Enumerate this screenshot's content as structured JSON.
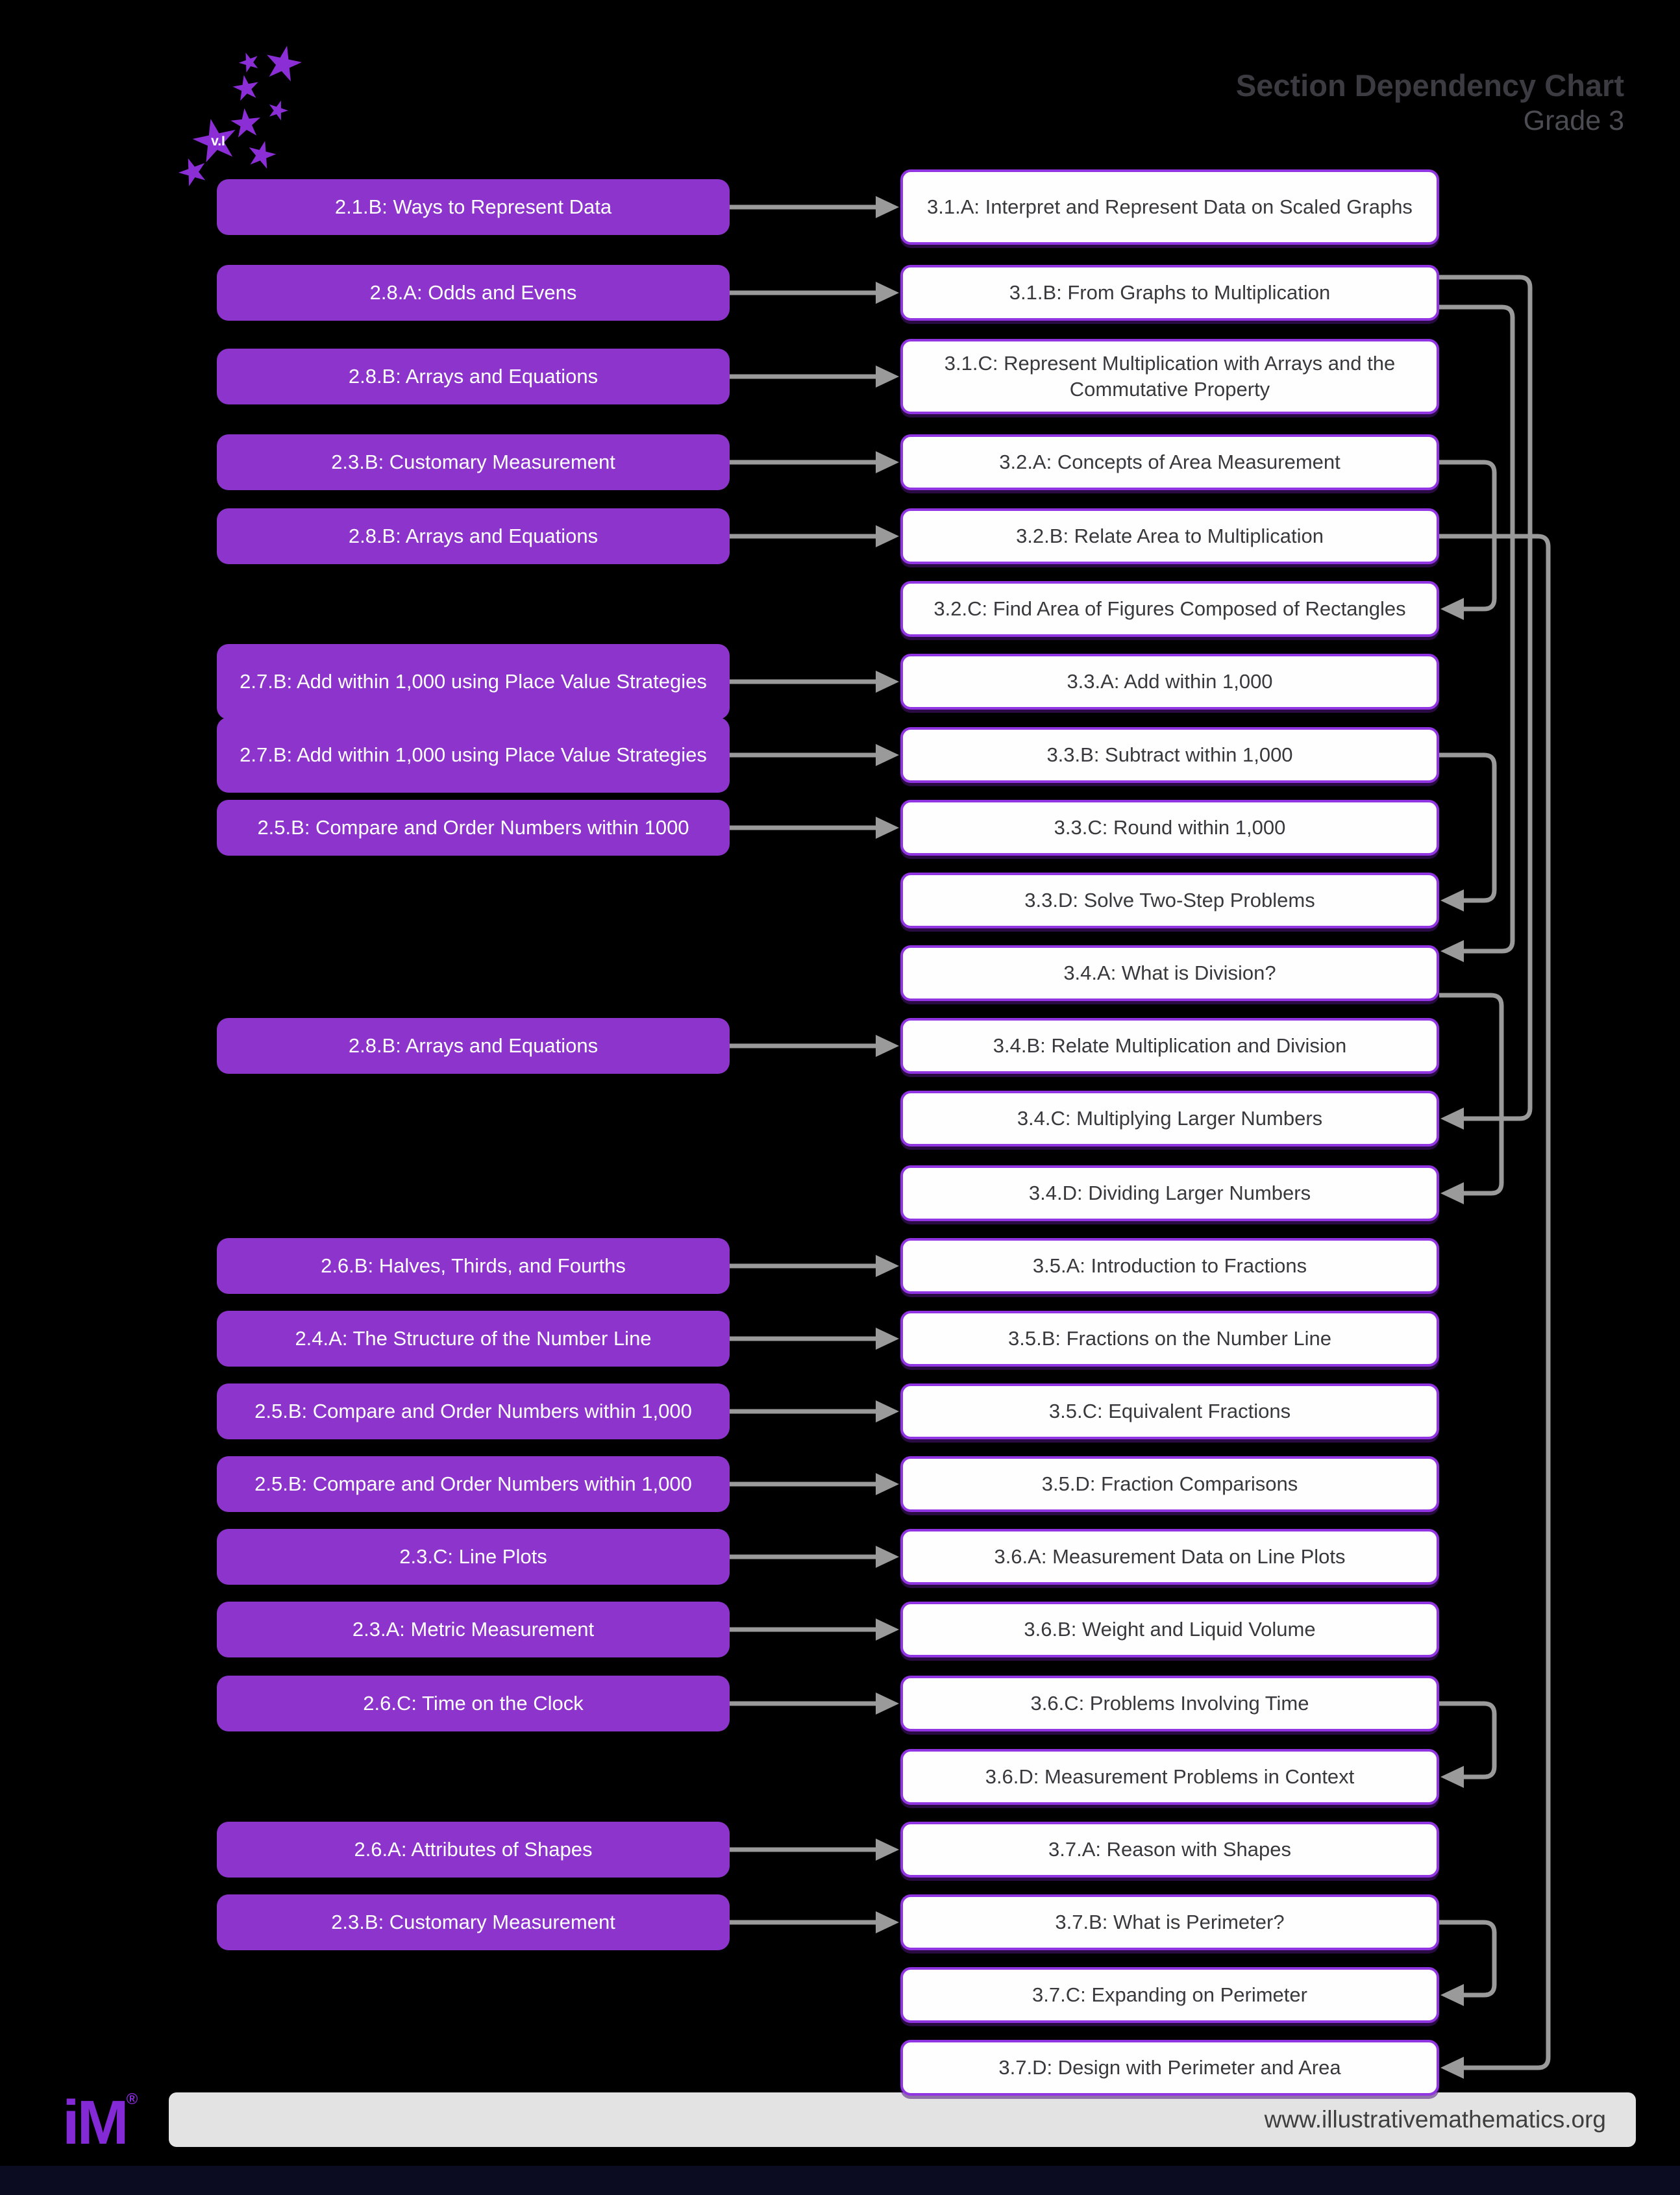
{
  "header": {
    "title": "Section Dependency Chart",
    "subtitle": "Grade 3"
  },
  "logo_mark": {
    "version_label": "v.I"
  },
  "footer": {
    "brand": "iM",
    "registered": "®",
    "url": "www.illustrativemathematics.org"
  },
  "colors": {
    "background": "#000000",
    "left_box_fill": "#8c34cb",
    "left_box_text": "#ffffff",
    "right_box_fill": "#fefeff",
    "right_box_border": "#9135e2",
    "right_box_text": "#39393d",
    "arrow": "#9a9a9a",
    "title_text": "#3b3b41",
    "footer_bar": "#e3e3e3",
    "brand_purple": "#8429d6"
  },
  "rows": [
    {
      "left": "2.1.B: Ways to Represent Data",
      "left_tall": false,
      "right": "3.1.A: Interpret and Represent Data on Scaled Graphs",
      "right_tall": true
    },
    {
      "left": "2.8.A: Odds and Evens",
      "left_tall": false,
      "right": "3.1.B: From Graphs to Multiplication",
      "right_tall": false
    },
    {
      "left": "2.8.B: Arrays and Equations",
      "left_tall": false,
      "right": "3.1.C: Represent Multiplication with Arrays and the Commutative Property",
      "right_tall": true
    },
    {
      "left": "2.3.B: Customary Measurement",
      "left_tall": false,
      "right": "3.2.A: Concepts of Area Measurement",
      "right_tall": false
    },
    {
      "left": "2.8.B: Arrays and Equations",
      "left_tall": false,
      "right": "3.2.B: Relate Area to Multiplication",
      "right_tall": false
    },
    {
      "left": null,
      "left_tall": false,
      "right": "3.2.C: Find Area of Figures Composed of Rectangles",
      "right_tall": false
    },
    {
      "left": "2.7.B: Add within 1,000 using Place Value Strategies",
      "left_tall": true,
      "right": "3.3.A: Add within 1,000",
      "right_tall": false
    },
    {
      "left": "2.7.B: Add within 1,000 using Place Value Strategies",
      "left_tall": true,
      "right": "3.3.B: Subtract within 1,000",
      "right_tall": false
    },
    {
      "left": "2.5.B: Compare and Order Numbers within 1000",
      "left_tall": false,
      "right": "3.3.C: Round within 1,000",
      "right_tall": false
    },
    {
      "left": null,
      "left_tall": false,
      "right": "3.3.D: Solve Two-Step Problems",
      "right_tall": false
    },
    {
      "left": null,
      "left_tall": false,
      "right": "3.4.A: What is Division?",
      "right_tall": false
    },
    {
      "left": "2.8.B: Arrays and Equations",
      "left_tall": false,
      "right": "3.4.B: Relate Multiplication and Division",
      "right_tall": false
    },
    {
      "left": null,
      "left_tall": false,
      "right": "3.4.C: Multiplying Larger Numbers",
      "right_tall": false
    },
    {
      "left": null,
      "left_tall": false,
      "right": "3.4.D: Dividing Larger Numbers",
      "right_tall": false
    },
    {
      "left": "2.6.B: Halves, Thirds, and Fourths",
      "left_tall": false,
      "right": "3.5.A: Introduction to Fractions",
      "right_tall": false
    },
    {
      "left": "2.4.A: The Structure of the Number Line",
      "left_tall": false,
      "right": "3.5.B: Fractions on the Number Line",
      "right_tall": false
    },
    {
      "left": "2.5.B: Compare and Order Numbers within 1,000",
      "left_tall": false,
      "right": "3.5.C: Equivalent Fractions",
      "right_tall": false
    },
    {
      "left": "2.5.B: Compare and Order Numbers within 1,000",
      "left_tall": false,
      "right": "3.5.D: Fraction Comparisons",
      "right_tall": false
    },
    {
      "left": "2.3.C: Line Plots",
      "left_tall": false,
      "right": "3.6.A: Measurement Data on Line Plots",
      "right_tall": false
    },
    {
      "left": "2.3.A: Metric Measurement",
      "left_tall": false,
      "right": "3.6.B: Weight and Liquid Volume",
      "right_tall": false
    },
    {
      "left": "2.6.C: Time on the Clock",
      "left_tall": false,
      "right": "3.6.C: Problems Involving Time",
      "right_tall": false
    },
    {
      "left": null,
      "left_tall": false,
      "right": "3.6.D: Measurement Problems in Context",
      "right_tall": false
    },
    {
      "left": "2.6.A: Attributes of Shapes",
      "left_tall": false,
      "right": "3.7.A: Reason with Shapes",
      "right_tall": false
    },
    {
      "left": "2.3.B: Customary Measurement",
      "left_tall": false,
      "right": "3.7.B: What is Perimeter?",
      "right_tall": false
    },
    {
      "left": null,
      "left_tall": false,
      "right": "3.7.C: Expanding on Perimeter",
      "right_tall": false
    },
    {
      "left": null,
      "left_tall": false,
      "right": "3.7.D: Design with Perimeter and Area",
      "right_tall": false
    }
  ],
  "right_connectors": [
    {
      "from": "3.2.A",
      "to": "3.2.C",
      "lane": 0,
      "from_dy": 0,
      "to_dy": 0
    },
    {
      "from": "3.3.B",
      "to": "3.3.D",
      "lane": 0,
      "from_dy": 0,
      "to_dy": 0
    },
    {
      "from": "3.1.B",
      "to": "3.4.A",
      "lane": 2,
      "from_dy": 22,
      "to_dy": -34
    },
    {
      "from": "3.1.B",
      "to": "3.4.C",
      "lane": 3,
      "from_dy": -24,
      "to_dy": 0
    },
    {
      "from": "3.4.A",
      "to": "3.4.D",
      "lane": 1,
      "from_dy": 34,
      "to_dy": 0
    },
    {
      "from": "3.6.C",
      "to": "3.6.D",
      "lane": 0,
      "from_dy": 0,
      "to_dy": 0
    },
    {
      "from": "3.7.B",
      "to": "3.7.C",
      "lane": 0,
      "from_dy": 0,
      "to_dy": 0
    },
    {
      "from": "3.2.B",
      "to": "3.7.D",
      "lane": 4,
      "from_dy": 0,
      "to_dy": 0
    }
  ]
}
